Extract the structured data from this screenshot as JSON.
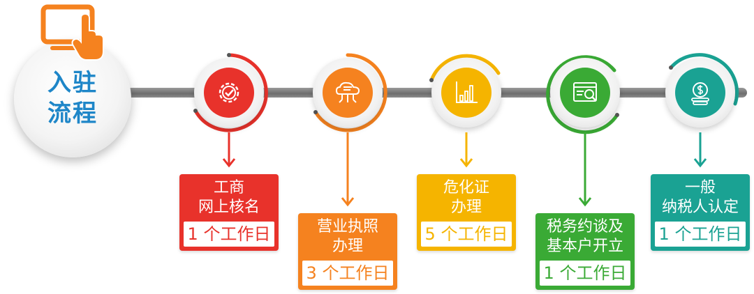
{
  "start": {
    "line1": "入驻",
    "line2": "流程",
    "icon": "tablet-touch-icon",
    "accent": "#f5821f"
  },
  "steps": [
    {
      "title_lines": [
        "工商",
        "网上核名"
      ],
      "days": "1 个工作日",
      "color": "#e8322b",
      "icon": "gear-check-icon"
    },
    {
      "title_lines": [
        "营业执照",
        "办理"
      ],
      "days": "3 个工作日",
      "color": "#f5821f",
      "icon": "cloud-network-icon"
    },
    {
      "title_lines": [
        "危化证",
        "办理"
      ],
      "days": "5 个工作日",
      "color": "#f5b400",
      "icon": "bar-chart-icon"
    },
    {
      "title_lines": [
        "税务约谈及",
        "基本户开立"
      ],
      "days": "1 个工作日",
      "color": "#3aaa35",
      "icon": "web-search-icon"
    },
    {
      "title_lines": [
        "一般",
        "纳税人认定"
      ],
      "days": "1 个工作日",
      "color": "#1aa293",
      "icon": "coin-icon"
    }
  ]
}
